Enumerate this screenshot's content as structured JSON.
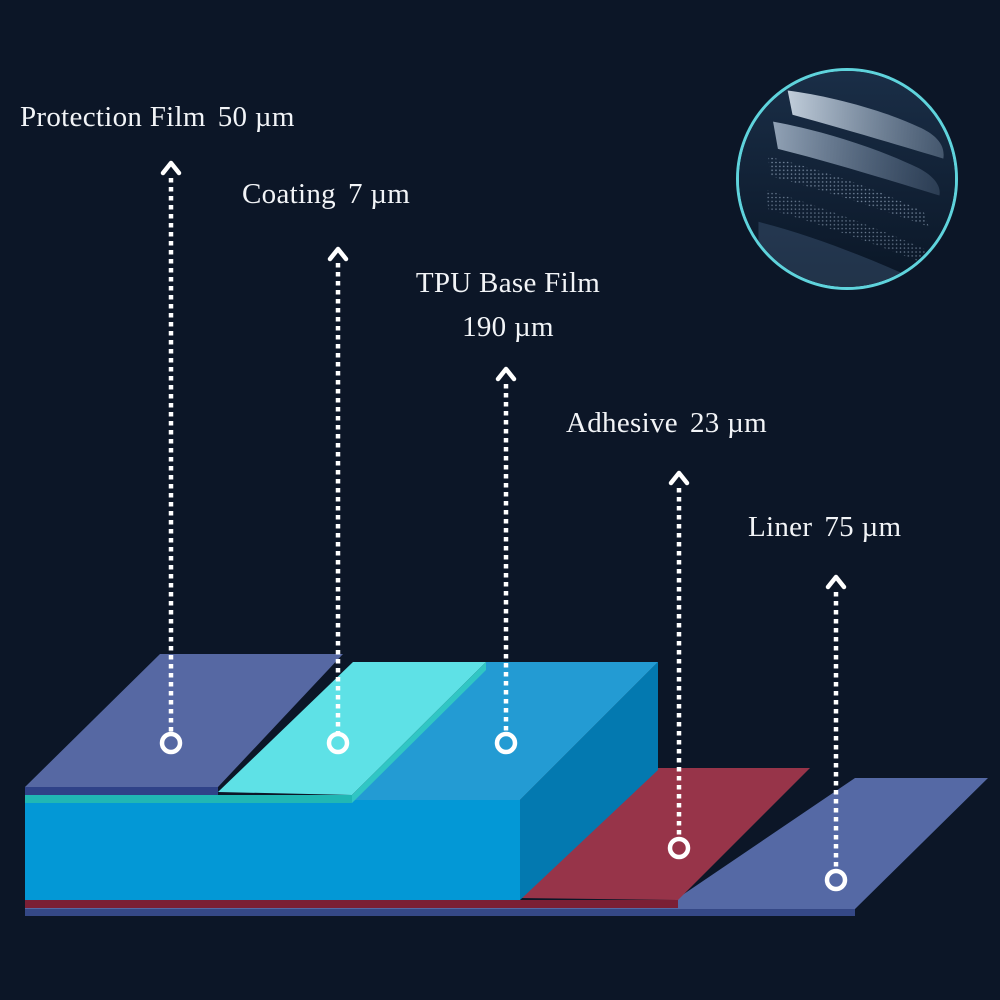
{
  "layers": [
    {
      "id": "protection",
      "name": "Protection Film",
      "thickness": "50 µm",
      "color": "#5668a3"
    },
    {
      "id": "coating",
      "name": "Coating",
      "thickness": "7 µm",
      "color": "#5ee1e6"
    },
    {
      "id": "tpu",
      "name": "TPU Base Film",
      "thickness": "190 µm",
      "color": "#0398d6"
    },
    {
      "id": "adhesive",
      "name": "Adhesive",
      "thickness": "23 µm",
      "color": "#973449"
    },
    {
      "id": "liner",
      "name": "Liner",
      "thickness": "75 µm",
      "color": "#5569a5"
    }
  ],
  "colors": {
    "background": "#0c1627",
    "inset_ring": "#5fd3dc",
    "pointer": "#ffffff"
  }
}
